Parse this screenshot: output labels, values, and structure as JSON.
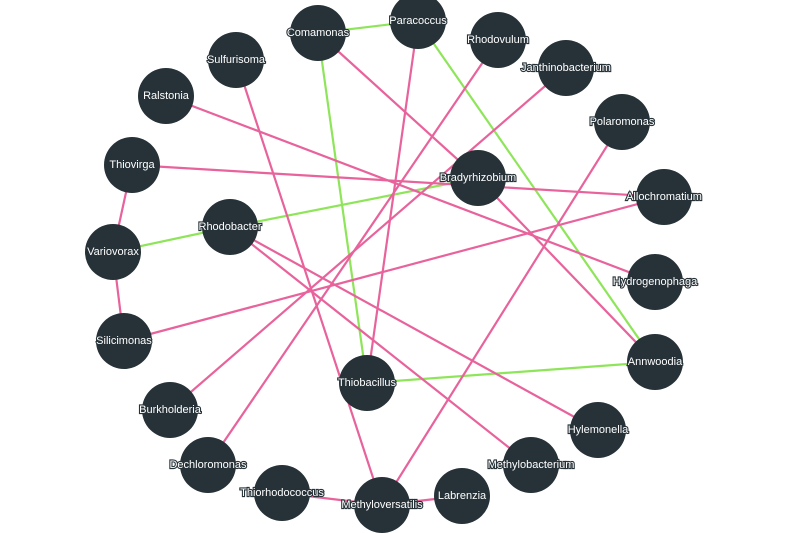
{
  "colors": {
    "background": "#ffffff",
    "node_fill": "#263238",
    "label_text": "#ffffff",
    "edge_pink": "#e8639b",
    "edge_green": "#8fe55a"
  },
  "nodes": [
    {
      "id": "comamonas",
      "label": "Comamonas"
    },
    {
      "id": "paracoccus",
      "label": "Paracoccus"
    },
    {
      "id": "rhodovulum",
      "label": "Rhodovulum"
    },
    {
      "id": "sulfurisoma",
      "label": "Sulfurisoma"
    },
    {
      "id": "janthinobacterium",
      "label": "Janthinobacterium"
    },
    {
      "id": "ralstonia",
      "label": "Ralstonia"
    },
    {
      "id": "polaromonas",
      "label": "Polaromonas"
    },
    {
      "id": "thiovirga",
      "label": "Thiovirga"
    },
    {
      "id": "bradyrhizobium",
      "label": "Bradyrhizobium"
    },
    {
      "id": "allochromatium",
      "label": "Allochromatium"
    },
    {
      "id": "rhodobacter",
      "label": "Rhodobacter"
    },
    {
      "id": "variovorax",
      "label": "Variovorax"
    },
    {
      "id": "hydrogenophaga",
      "label": "Hydrogenophaga"
    },
    {
      "id": "silicimonas",
      "label": "Silicimonas"
    },
    {
      "id": "annwoodia",
      "label": "Annwoodia"
    },
    {
      "id": "thiobacillus",
      "label": "Thiobacillus"
    },
    {
      "id": "burkholderia",
      "label": "Burkholderia"
    },
    {
      "id": "hylemonella",
      "label": "Hylemonella"
    },
    {
      "id": "dechloromonas",
      "label": "Dechloromonas"
    },
    {
      "id": "methylobacterium",
      "label": "Methylobacterium"
    },
    {
      "id": "labrenzia",
      "label": "Labrenzia"
    },
    {
      "id": "thiorhodococcus",
      "label": "Thiorhodococcus"
    },
    {
      "id": "methyloversatilis",
      "label": "Methyloversatilis"
    }
  ],
  "edges": [
    {
      "source": "comamonas",
      "target": "paracoccus",
      "color": "green"
    },
    {
      "source": "comamonas",
      "target": "thiobacillus",
      "color": "green"
    },
    {
      "source": "paracoccus",
      "target": "annwoodia",
      "color": "green"
    },
    {
      "source": "rhodobacter",
      "target": "bradyrhizobium",
      "color": "green"
    },
    {
      "source": "rhodobacter",
      "target": "variovorax",
      "color": "green"
    },
    {
      "source": "thiobacillus",
      "target": "annwoodia",
      "color": "green"
    },
    {
      "source": "paracoccus",
      "target": "thiobacillus",
      "color": "pink"
    },
    {
      "source": "rhodovulum",
      "target": "dechloromonas",
      "color": "pink"
    },
    {
      "source": "sulfurisoma",
      "target": "methyloversatilis",
      "color": "pink"
    },
    {
      "source": "janthinobacterium",
      "target": "burkholderia",
      "color": "pink"
    },
    {
      "source": "ralstonia",
      "target": "hydrogenophaga",
      "color": "pink"
    },
    {
      "source": "polaromonas",
      "target": "methyloversatilis",
      "color": "pink"
    },
    {
      "source": "thiovirga",
      "target": "allochromatium",
      "color": "pink"
    },
    {
      "source": "thiovirga",
      "target": "variovorax",
      "color": "pink"
    },
    {
      "source": "bradyrhizobium",
      "target": "comamonas",
      "color": "pink"
    },
    {
      "source": "bradyrhizobium",
      "target": "annwoodia",
      "color": "pink"
    },
    {
      "source": "allochromatium",
      "target": "silicimonas",
      "color": "pink"
    },
    {
      "source": "rhodobacter",
      "target": "methylobacterium",
      "color": "pink"
    },
    {
      "source": "rhodobacter",
      "target": "hylemonella",
      "color": "pink"
    },
    {
      "source": "variovorax",
      "target": "silicimonas",
      "color": "pink"
    },
    {
      "source": "labrenzia",
      "target": "methyloversatilis",
      "color": "pink"
    },
    {
      "source": "thiorhodococcus",
      "target": "methyloversatilis",
      "color": "pink"
    }
  ]
}
